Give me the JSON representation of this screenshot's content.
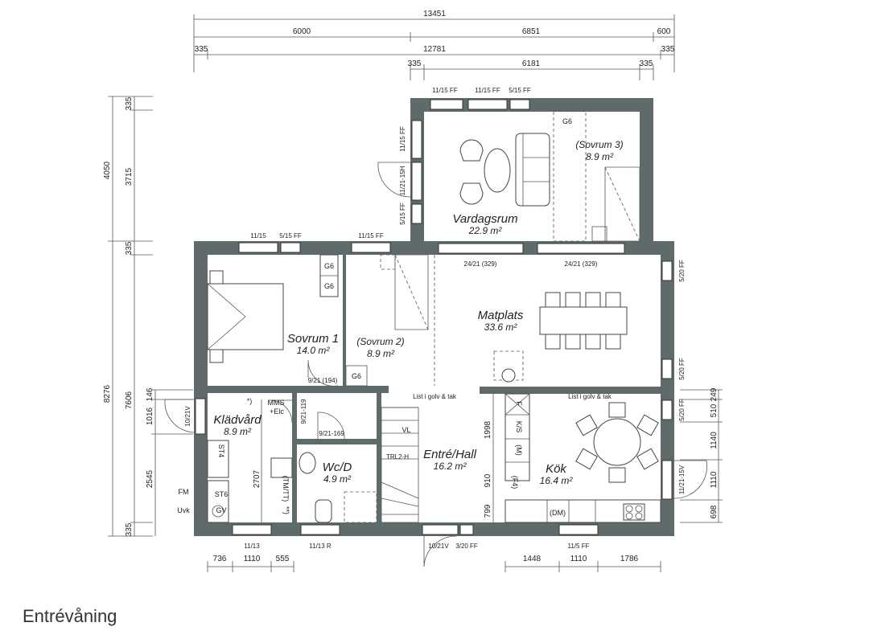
{
  "title": "Entrévåning",
  "dims_top": {
    "total": "13451",
    "segments_row1": [
      "6000",
      "6851",
      "600"
    ],
    "row2": [
      "335",
      "12781",
      "335"
    ],
    "row3": [
      "335",
      "6181",
      "335"
    ]
  },
  "dims_left": {
    "upper_total": "4050",
    "upper_parts": [
      "335",
      "3715",
      "335"
    ],
    "lower_total": "8276",
    "lower_mid": "7606",
    "lower_end": "335"
  },
  "dims_inner_left": [
    "146",
    "1016",
    "2545",
    "2707"
  ],
  "dims_right": [
    "249",
    "510",
    "1140",
    "1110",
    "698"
  ],
  "dims_right_kitchen": [
    "1998",
    "910",
    "799"
  ],
  "dims_bottom_left": [
    "736",
    "1110",
    "555"
  ],
  "dims_bottom_right": [
    "1448",
    "1110",
    "1786"
  ],
  "rooms": [
    {
      "name": "Vardagsrum",
      "area": "22.9 m²"
    },
    {
      "name": "(Sovrum 3)",
      "area": "8.9 m²"
    },
    {
      "name": "Sovrum 1",
      "area": "14.0 m²"
    },
    {
      "name": "(Sovrum 2)",
      "area": "8.9 m²"
    },
    {
      "name": "Matplats",
      "area": "33.6 m²"
    },
    {
      "name": "Klädvård",
      "area": "8.9 m²"
    },
    {
      "name": "Wc/D",
      "area": "4.9 m²"
    },
    {
      "name": "Entré/Hall",
      "area": "16.2 m²"
    },
    {
      "name": "Kök",
      "area": "16.4 m²"
    }
  ],
  "window_labels": {
    "top_ff1": "11/15 FF",
    "top_ff2": "11/15 FF",
    "top_ff3": "5/15 FF",
    "left_v1": "11/15 FF",
    "left_door": "11/21-15H",
    "left_v2": "5/15 FF",
    "mid_1": "11/15",
    "mid_2": "5/15 FF",
    "mid_3": "11/15 FF",
    "opening_1": "24/21 (329)",
    "opening_2": "24/21 (329)",
    "right_1": "5/20 FF",
    "right_2": "5/20 FF",
    "right_3": "5/20 FF",
    "right_door": "11/21-15V",
    "door_sov": "9/21 (194)",
    "door_mms": "9/21-119",
    "door_wc": "9/21-169",
    "left_entry_door": "10/21V",
    "bottom_1": "11/13",
    "bottom_2": "11/13 R",
    "bottom_door": "10/21V",
    "bottom_3": "3/20 FF",
    "bottom_4": "11/5 FF",
    "list1": "List i golv & tak",
    "list2": "List i golv & tak"
  },
  "labels": {
    "g6": "G6",
    "mms": "MMS",
    "elc": "+Elc",
    "star": "*)",
    "st4": "ST4",
    "st6": "ST6",
    "fm": "FM",
    "uvk": "Uvk",
    "gv": "GV",
    "tmtt": "(TM/TT)",
    "starstar": "**)",
    "vl": "VL",
    "trl": "TRL2-H",
    "ks": "K/S",
    "m": "(M)",
    "f4": "(F4)",
    "dm": "(DM)",
    "k": "K",
    "f": "F"
  }
}
